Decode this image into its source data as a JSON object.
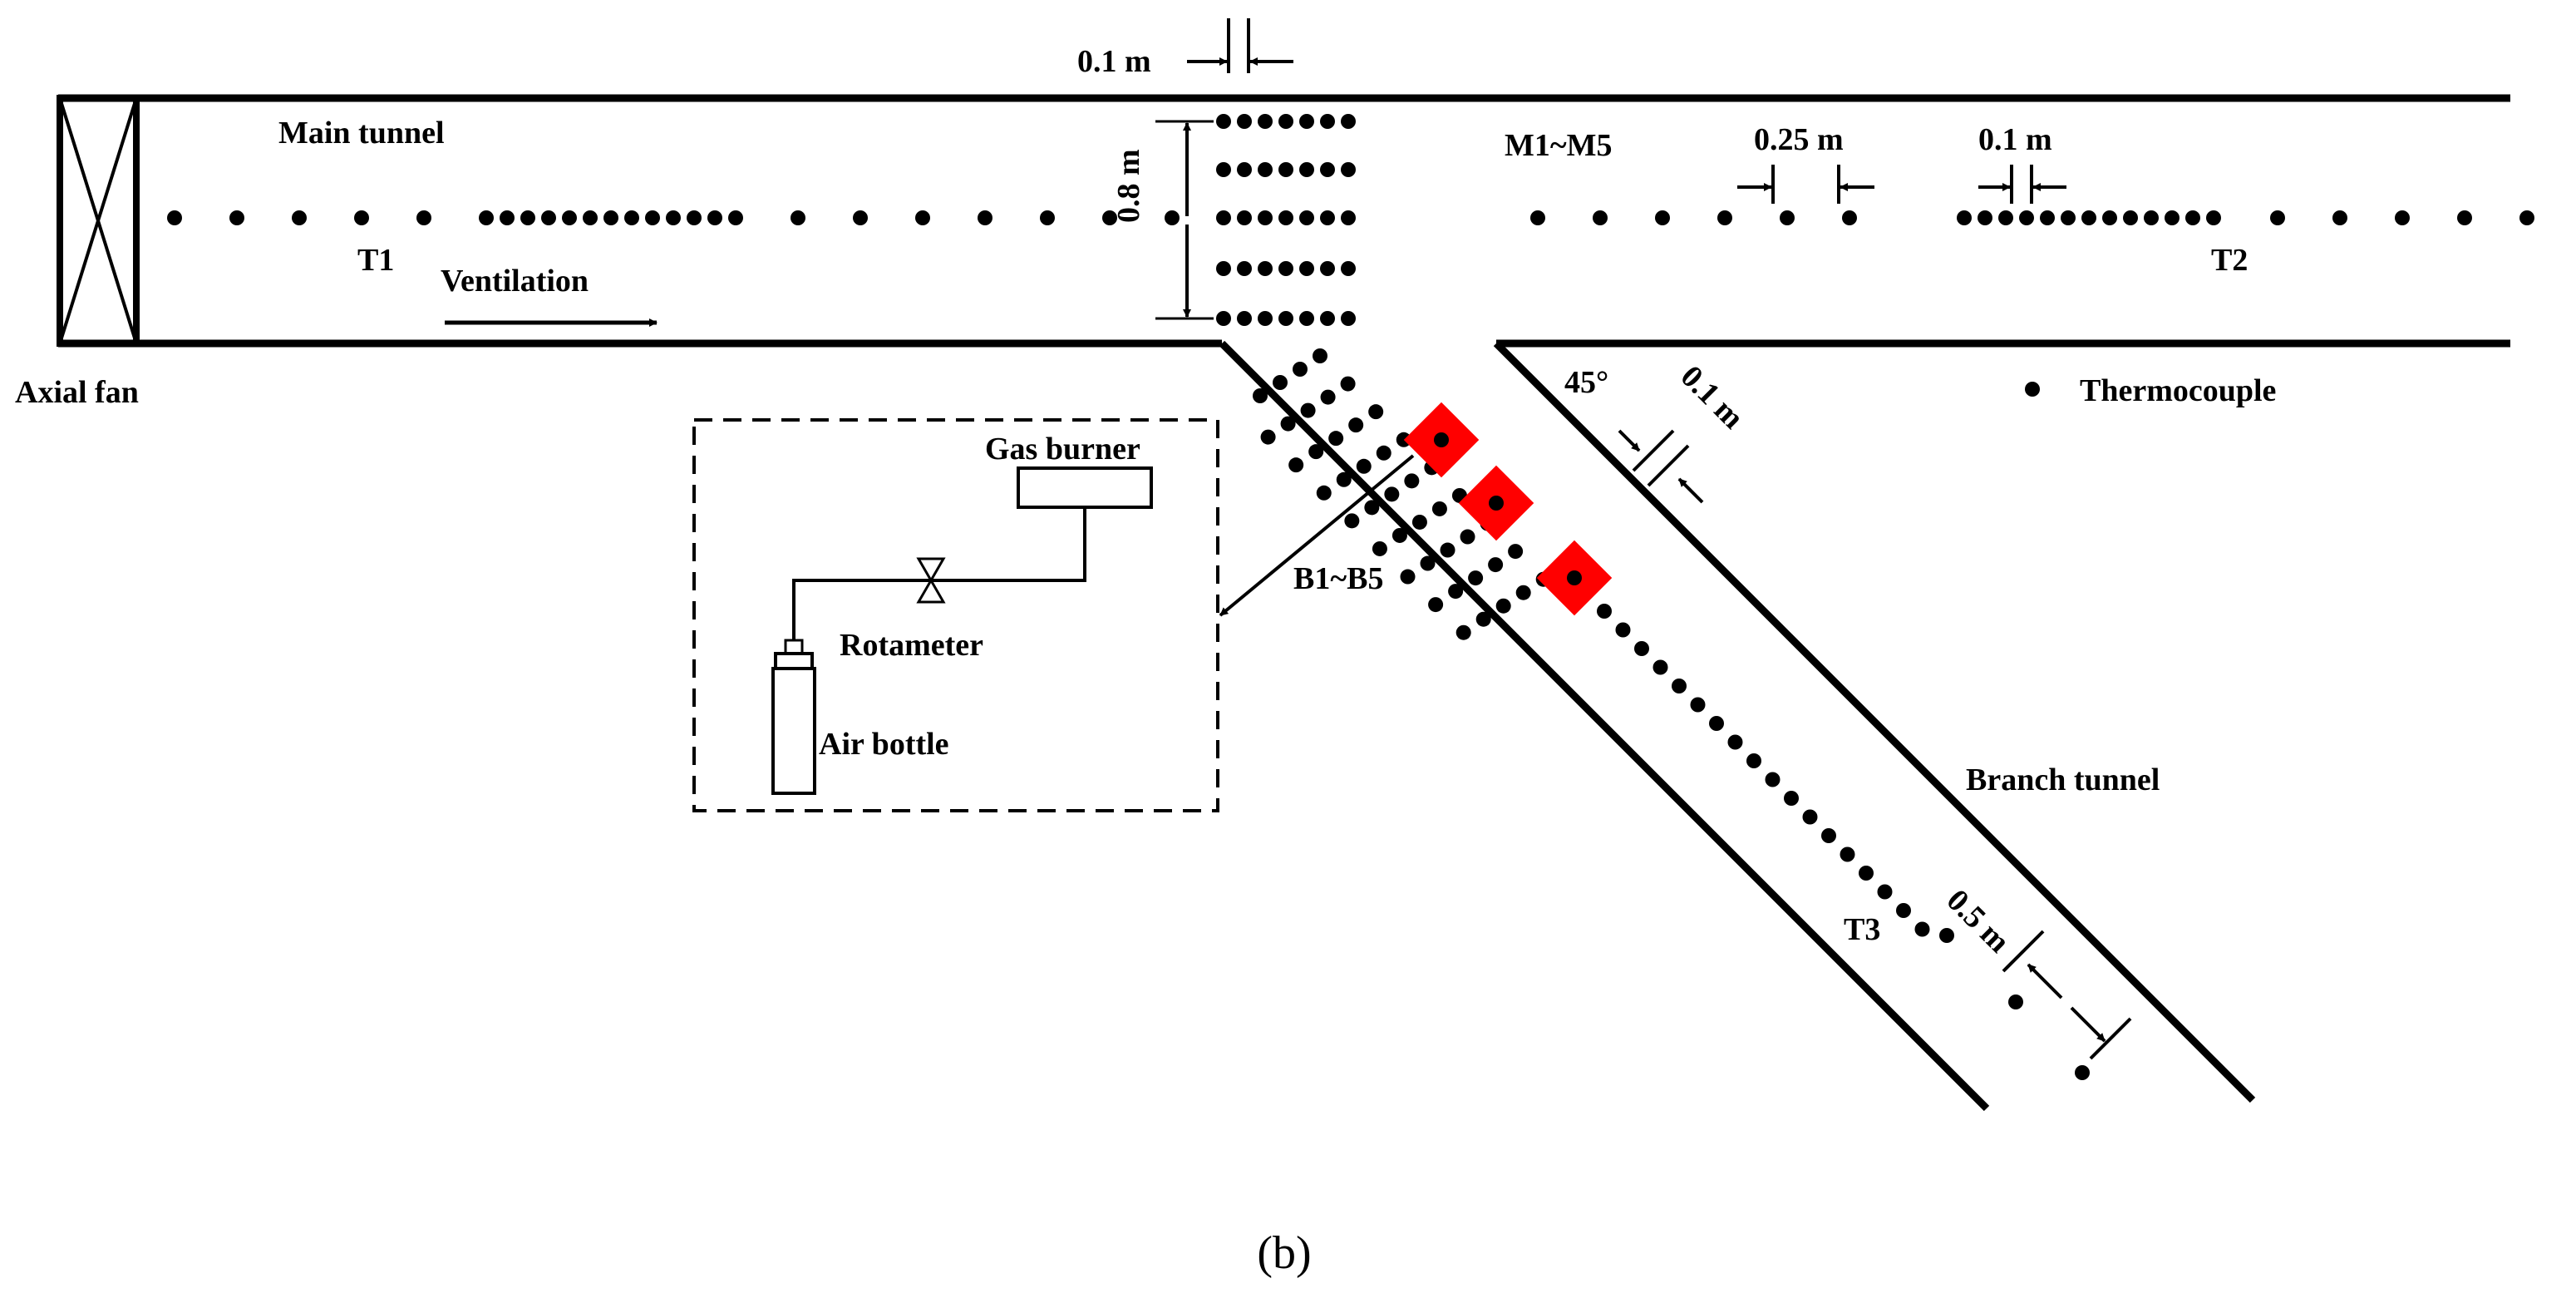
{
  "labels": {
    "main_tunnel": "Main tunnel",
    "t1": "T1",
    "t2": "T2",
    "t3": "T3",
    "ventilation": "Ventilation",
    "axial_fan": "Axial fan",
    "m1_m5": "M1~M5",
    "b1_b5": "B1~B5",
    "branch_tunnel": "Branch tunnel",
    "thermocouple_legend": "Thermocouple",
    "gas_burner": "Gas burner",
    "rotameter": "Rotameter",
    "air_bottle": "Air bottle",
    "dim_top_spacing": "0.1 m",
    "dim_height": "0.8 m",
    "dim_main_spacing_wide": "0.25 m",
    "dim_main_spacing_narrow": "0.1 m",
    "dim_branch_spacing": "0.1 m",
    "dim_branch_wide": "0.5 m",
    "angle": "45°",
    "caption": "(b)"
  },
  "colors": {
    "line": "#000000",
    "burner": "#ff0000",
    "background": "#ffffff"
  }
}
